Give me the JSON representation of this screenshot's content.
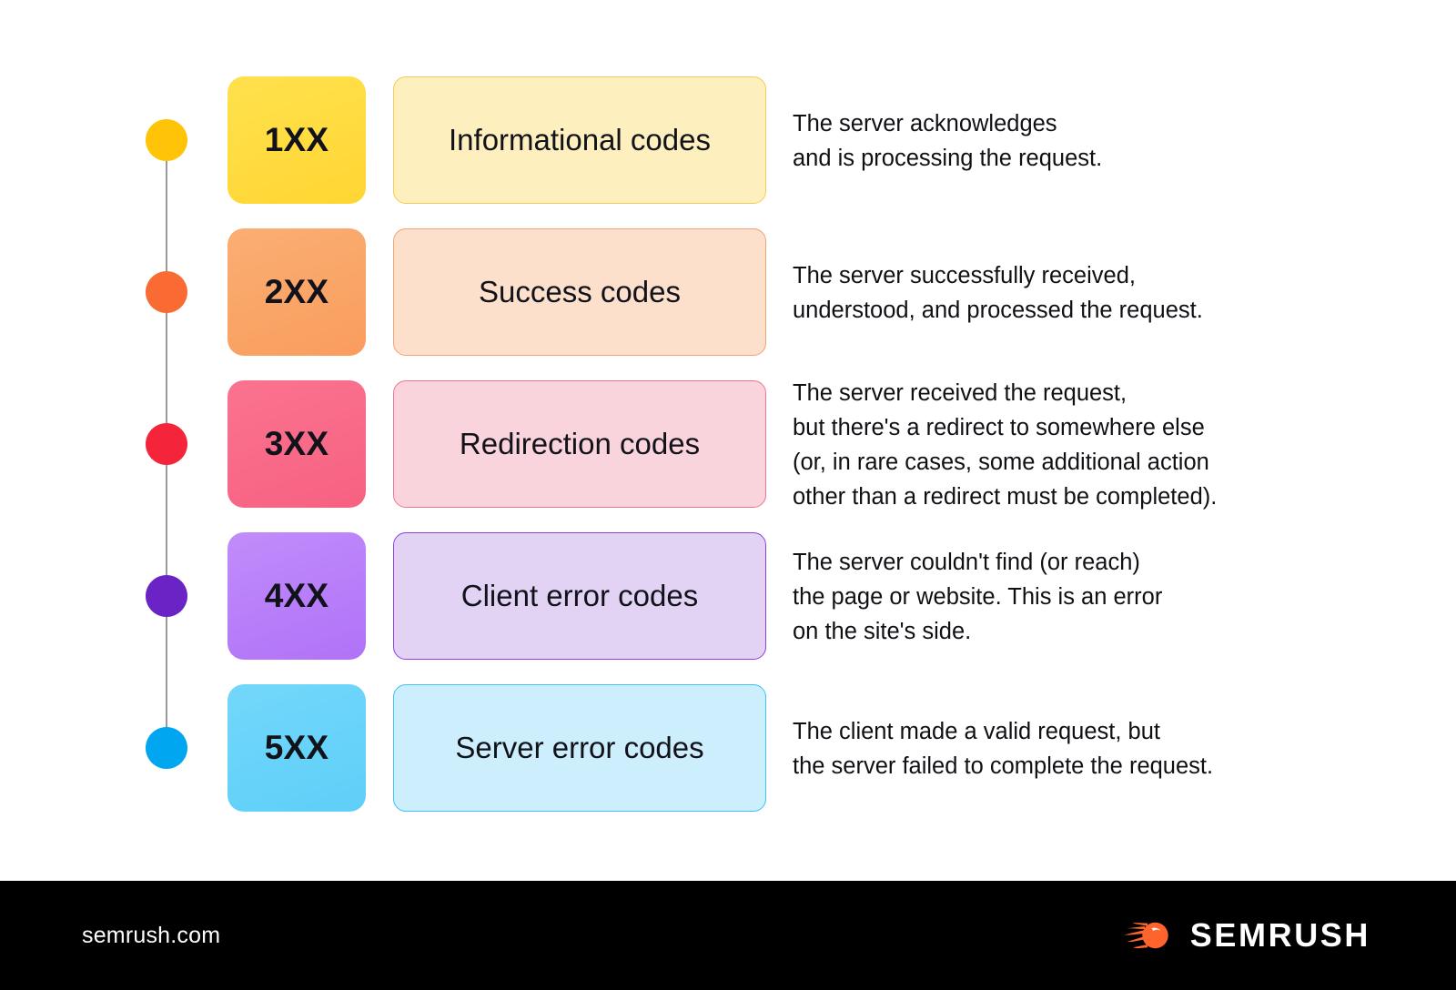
{
  "infographic": {
    "rows": [
      {
        "code": "1XX",
        "label": "Informational codes",
        "description": "The server acknowledges\nand is processing the request.",
        "dot_color": "#FFC408",
        "code_bg_from": "#FFE14D",
        "code_bg_to": "#FFD633",
        "label_bg": "#FDF0BE",
        "label_border": "#F5CC4B"
      },
      {
        "code": "2XX",
        "label": "Success codes",
        "description": "The server successfully received,\nunderstood, and processed the request.",
        "dot_color": "#F96B33",
        "code_bg_from": "#FBAE73",
        "code_bg_to": "#F99D5E",
        "label_bg": "#FCE0CC",
        "label_border": "#F4A173"
      },
      {
        "code": "3XX",
        "label": "Redirection codes",
        "description": "The server received the request,\nbut there's a redirect to somewhere else\n(or, in rare cases, some additional action\nother than a redirect must be completed).",
        "dot_color": "#F4253B",
        "code_bg_from": "#FA738F",
        "code_bg_to": "#F76182",
        "label_bg": "#FAD4DC",
        "label_border": "#F1748E"
      },
      {
        "code": "4XX",
        "label": "Client error codes",
        "description": "The server couldn't find (or reach)\nthe page or website. This is an error\non the site's side.",
        "dot_color": "#6A24C6",
        "code_bg_from": "#C18CFA",
        "code_bg_to": "#B072F8",
        "label_bg": "#E2D3F5",
        "label_border": "#8E3FE0"
      },
      {
        "code": "5XX",
        "label": "Server error codes",
        "description": "The client made a valid request, but\nthe server failed to complete the request.",
        "dot_color": "#00A6F0",
        "code_bg_from": "#73D7FA",
        "code_bg_to": "#5ECFF9",
        "label_bg": "#CDEEFC",
        "label_border": "#3EC2F5"
      }
    ]
  },
  "footer": {
    "url": "semrush.com",
    "brand_name": "SEMRUSH",
    "brand_color": "#FF642D",
    "background": "#000000"
  }
}
